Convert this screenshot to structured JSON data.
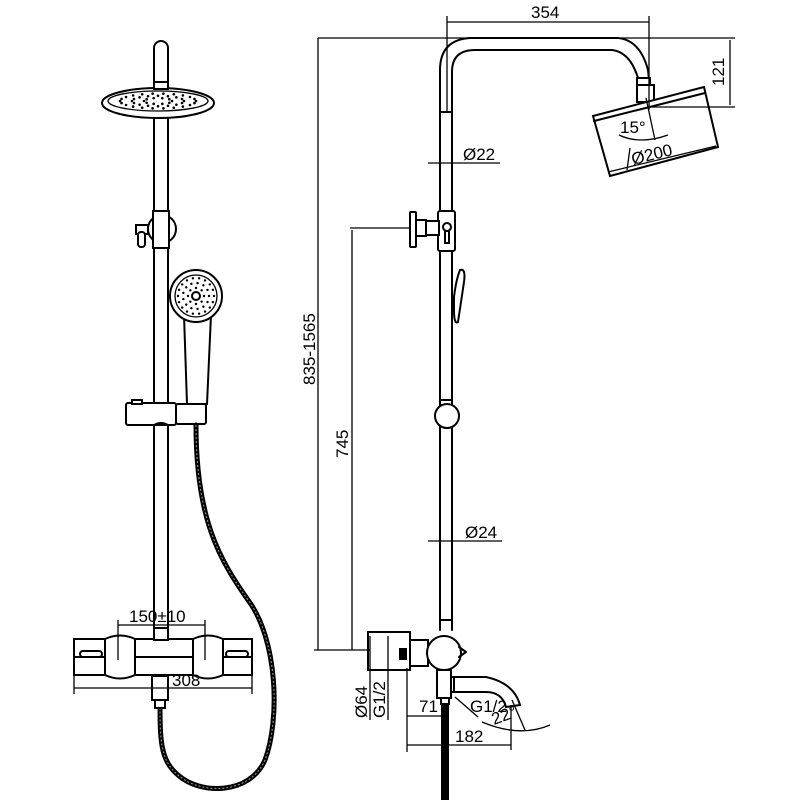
{
  "title": "Thermostatic shower column technical drawing",
  "colors": {
    "line": "#000000",
    "background": "#ffffff"
  },
  "front_view": {
    "dimensions": {
      "inlet_spacing": "150±10",
      "mixer_width": "308"
    }
  },
  "side_view": {
    "dimensions": {
      "arm_reach": "354",
      "head_drop": "121",
      "head_angle": "15°",
      "head_diameter": "Ø200",
      "upper_pipe_diameter": "Ø22",
      "lower_pipe_diameter": "Ø24",
      "height_range": "835-1565",
      "diverter_height": "745",
      "escutcheon_diameter": "Ø64",
      "inlet_thread": "G1/2",
      "spout_thread": "G1/2",
      "spout_angle": "22°",
      "wall_to_pipe": "71",
      "spout_reach": "182"
    }
  }
}
